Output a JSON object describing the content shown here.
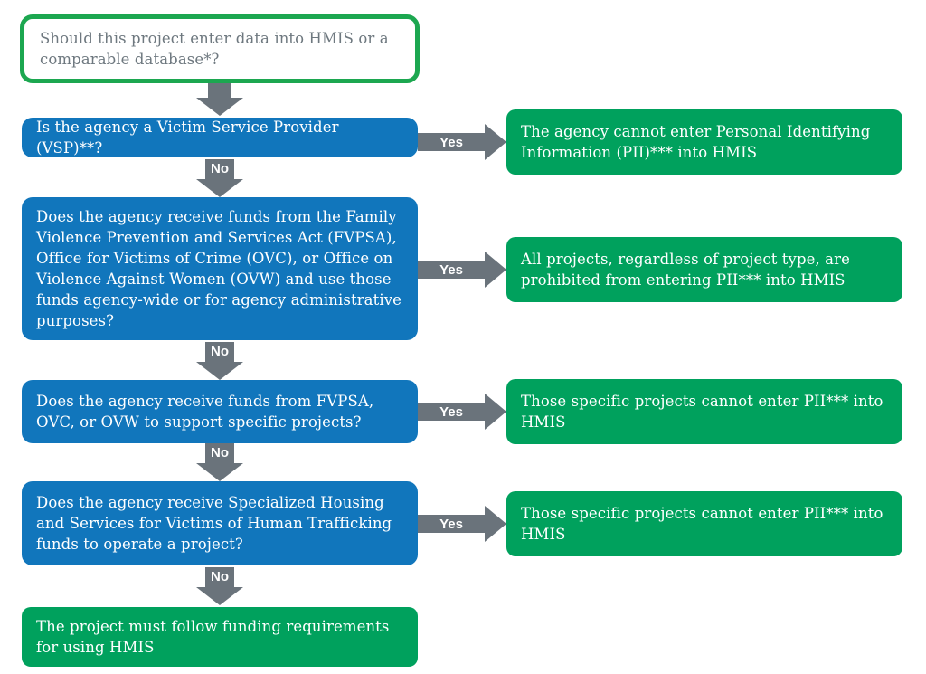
{
  "colors": {
    "blue": "#1176BC",
    "green": "#00A15D",
    "green_border": "#1CA750",
    "arrow_gray": "#6A737B",
    "start_text": "#6E787F"
  },
  "flow": {
    "start": {
      "text": "Should this project enter data into HMIS or a comparable database*?"
    },
    "steps": [
      {
        "question": "Is the agency a Victim Service Provider (VSP)**?",
        "yes_label": "Yes",
        "no_label": "No",
        "result": "The agency cannot enter Personal Identifying Information (PII)*** into HMIS"
      },
      {
        "question": "Does the agency receive funds from the Family Violence Prevention and Services Act (FVPSA), Office for Victims of Crime (OVC), or Office on Violence Against Women (OVW) and use those funds agency-wide or for agency administrative purposes?",
        "yes_label": "Yes",
        "no_label": "No",
        "result": "All projects, regardless of project type, are prohibited from entering PII*** into HMIS"
      },
      {
        "question": "Does the agency receive funds from FVPSA, OVC, or OVW to support specific projects?",
        "yes_label": "Yes",
        "no_label": "No",
        "result": "Those specific projects cannot enter PII*** into HMIS"
      },
      {
        "question": "Does the agency receive Specialized Housing and Services for Victims of Human Trafficking funds to operate a project?",
        "yes_label": "Yes",
        "no_label": "No",
        "result": "Those specific projects cannot enter PII*** into HMIS"
      }
    ],
    "final": {
      "text": "The project must follow funding requirements for using HMIS"
    }
  }
}
